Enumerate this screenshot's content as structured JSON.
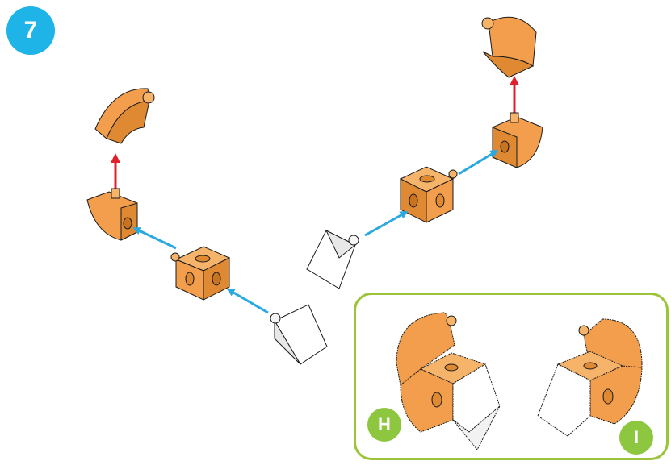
{
  "step": {
    "number": "7"
  },
  "inset": {
    "labels": [
      "H",
      "I"
    ]
  },
  "colors": {
    "orange": "#F29E4C",
    "orange_dark": "#C8731F",
    "arrow_blue": "#29A9E0",
    "arrow_red": "#E0212B",
    "step_badge": "#1FB4E8",
    "label_badge": "#8DC63F",
    "inset_border": "#9CC43A"
  }
}
